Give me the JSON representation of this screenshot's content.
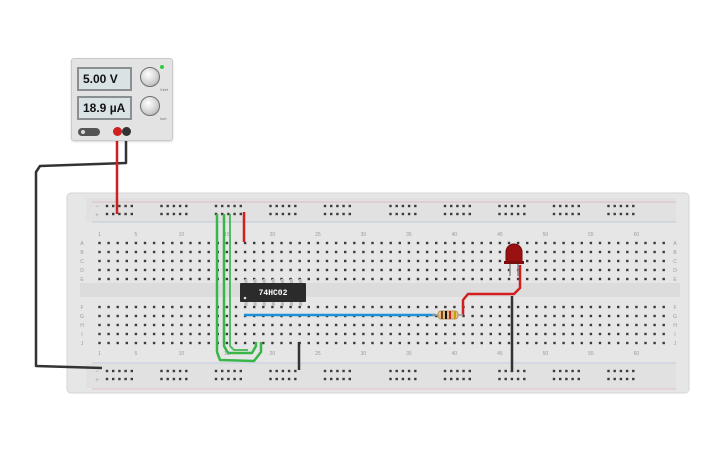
{
  "power_supply": {
    "voltage_display": "5.00 V",
    "current_display": "18.9 µA",
    "voltage_knob_label": "Vset",
    "current_knob_label": "Iset"
  },
  "chip": {
    "label": "74HC02"
  },
  "breadboard": {
    "column_numbers": [
      "1",
      "5",
      "10",
      "15",
      "20",
      "25",
      "30",
      "35",
      "40",
      "45",
      "50",
      "55",
      "60"
    ],
    "row_letters_top": [
      "A",
      "B",
      "C",
      "D",
      "E"
    ],
    "row_letters_bottom": [
      "F",
      "G",
      "H",
      "I",
      "J"
    ],
    "rail_minus": "−",
    "rail_plus": "+"
  },
  "colors": {
    "board": "#e6e6e6",
    "red_wire": "#d11f1f",
    "black_wire": "#333333",
    "green_wire": "#3ab54a",
    "blue_wire": "#1e90d6",
    "led": "#9b1111",
    "chip": "#2b2b2b"
  }
}
